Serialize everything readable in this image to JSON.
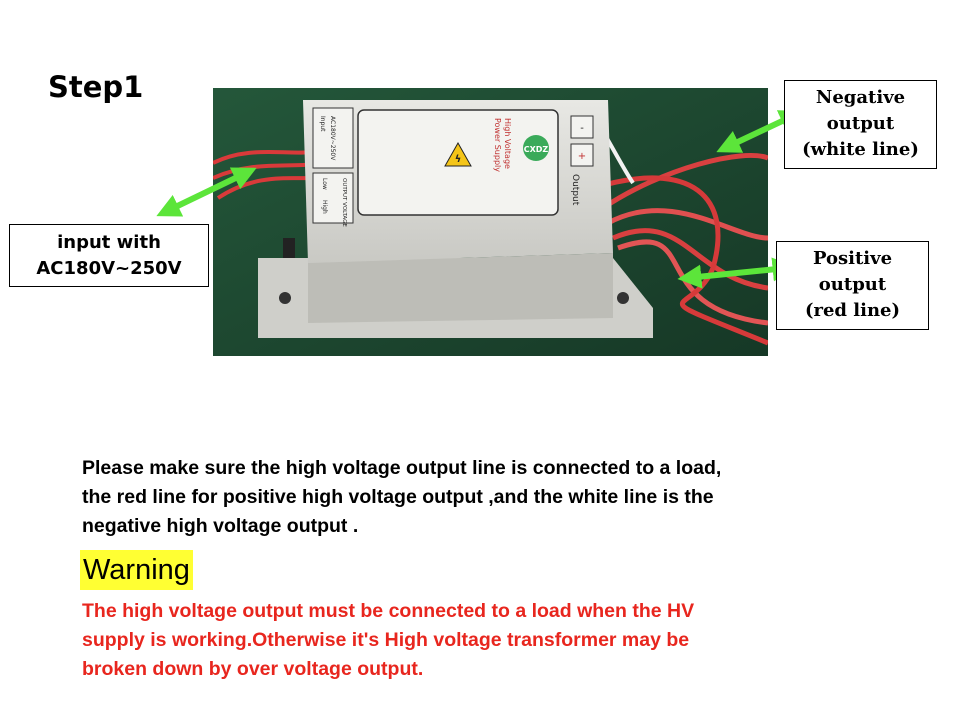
{
  "step_title": "Step1",
  "callouts": {
    "input": [
      "input with",
      "AC180V~250V"
    ],
    "negative": [
      "Negative",
      "output",
      "(white line)"
    ],
    "positive": [
      "Positive",
      "output",
      "(red line)"
    ]
  },
  "device_label": {
    "brand": "CXDZ",
    "title_line1": "High Voltage",
    "title_line2": "Power Supply",
    "input_label": "Input",
    "input_value": "AC180V~250V",
    "output_voltage": "OUTPUT VOLTAGE",
    "low": "Low",
    "high": "High",
    "output": "Output",
    "minus": "-",
    "plus": "+"
  },
  "instructions": [
    "Please make sure the high voltage output line is connected to a load,",
    "the red line for positive high voltage output ,and the white line is the",
    "negative high voltage output ."
  ],
  "warning_label": "Warning",
  "warning_text": [
    "The high voltage output must be connected to a load when the HV",
    "supply is working.Otherwise it's  High voltage transformer may be",
    "broken down by over voltage output."
  ],
  "colors": {
    "photo_bg": "#1f4a31",
    "arrow": "#5ce53a",
    "warning_highlight": "#ffff33",
    "warning_text": "#e8261e",
    "red_wire": "#d93a3a"
  }
}
